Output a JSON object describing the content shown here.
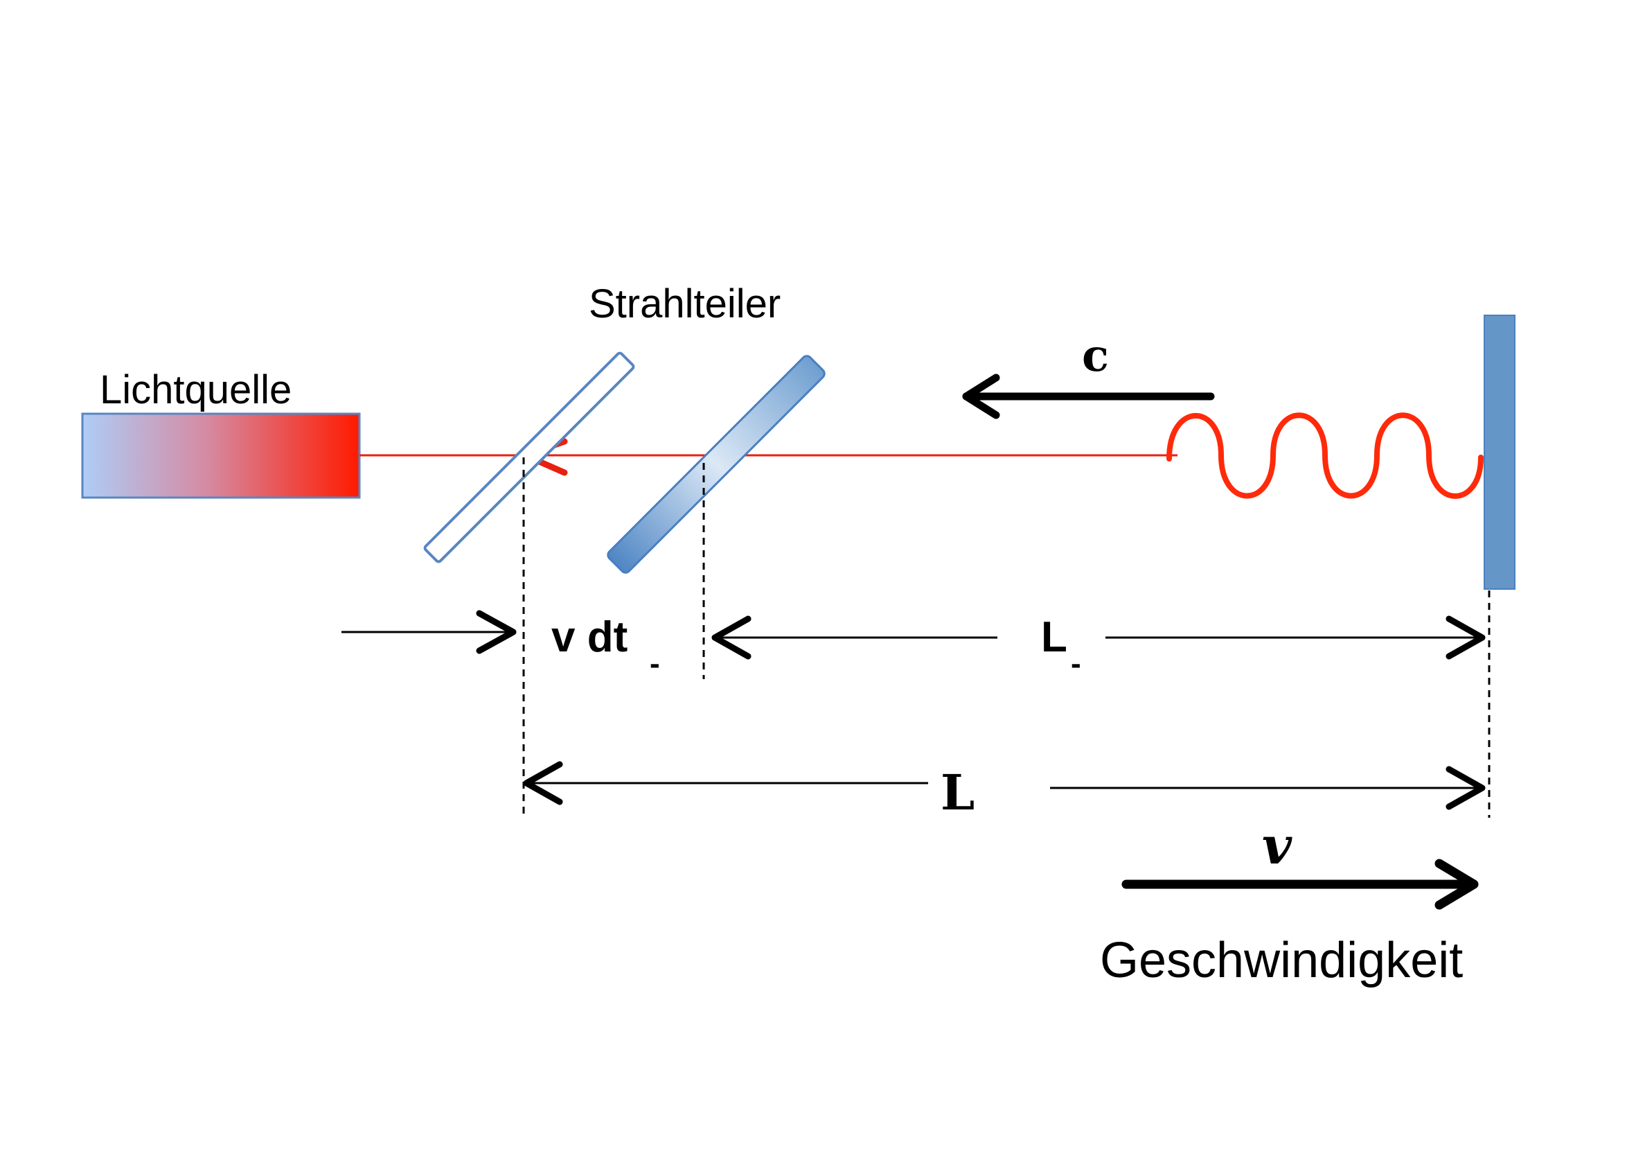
{
  "labels": {
    "light_source": "Lichtquelle",
    "beam_splitter": "Strahlteiler",
    "speed_of_light": "c",
    "v_dt": "v dt",
    "v_dt_sub": "-",
    "l_minus": "L",
    "l_minus_sub": "-",
    "l_total": "L",
    "velocity_symbol": "v",
    "velocity_label": "Geschwindigkeit"
  },
  "colors": {
    "beam": "#e8210f",
    "wave": "#ff2a0a",
    "mirror": "#6497c8",
    "splitter_outline": "#5a86c0",
    "splitter_fill_light": "#dbe8f6",
    "splitter_fill_dark": "#6f9fd0",
    "source_left": "#aecdf7",
    "source_right": "#ff1a00",
    "ink": "#000000"
  }
}
